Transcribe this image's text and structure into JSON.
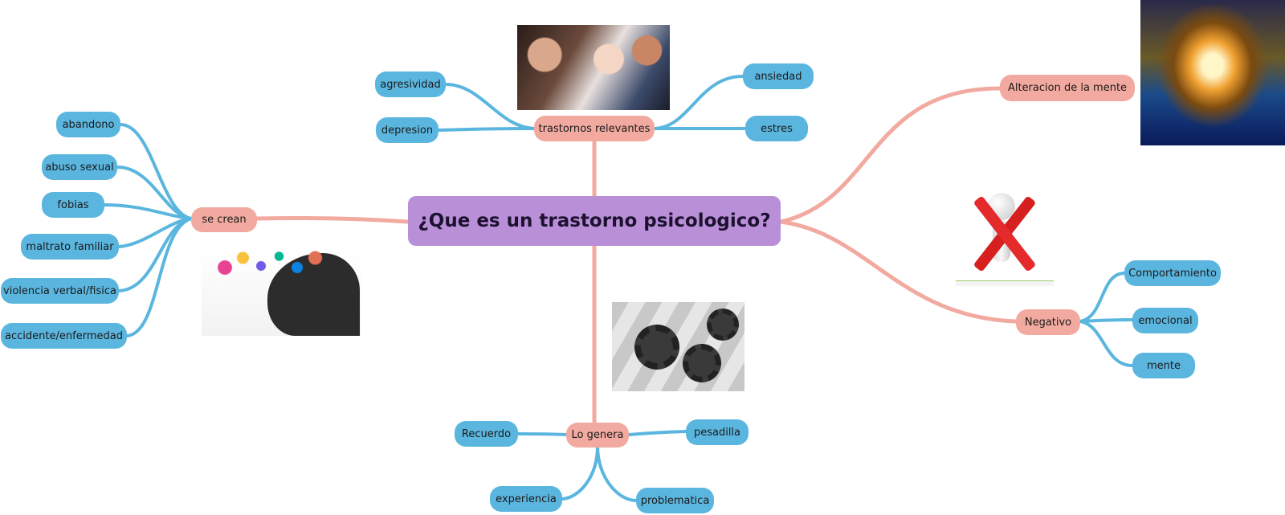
{
  "colors": {
    "central": "#b98fd8",
    "main": "#f2aaa0",
    "sub": "#5bb6df",
    "link_main": "#f2aaa0",
    "link_sub": "#5bb6df"
  },
  "central": {
    "label": "¿Que es un trastorno psicologico?"
  },
  "trastornos": {
    "label": "trastornos relevantes",
    "children": [
      "agresividad",
      "depresion",
      "ansiedad",
      "estres"
    ]
  },
  "alteracion": {
    "label": "Alteracion de la mente"
  },
  "se_crean": {
    "label": "se crean",
    "children": [
      "abandono",
      "abuso sexual",
      "fobias",
      "maltrato familiar",
      "violencia verbal/fisica",
      "accidente/enfermedad"
    ]
  },
  "negativo": {
    "label": "Negativo",
    "children": [
      "Comportamiento",
      "emocional",
      "mente"
    ]
  },
  "lo_genera": {
    "label": "Lo genera",
    "children": [
      "Recuerdo",
      "pesadilla",
      "experiencia",
      "problematica"
    ]
  },
  "images": {
    "faces": "faces-photo",
    "brain": "glowing-brain-image",
    "cross": "red-x-figure-image",
    "head": "head-with-icons-image",
    "gears": "gears-hands-photo"
  }
}
